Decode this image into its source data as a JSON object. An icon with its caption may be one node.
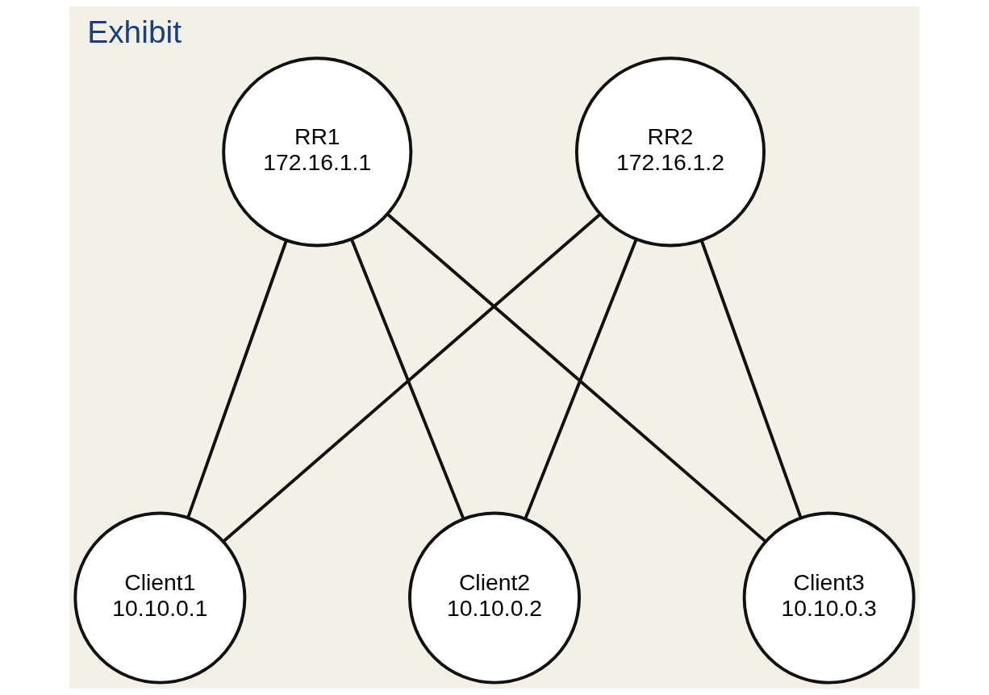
{
  "diagram": {
    "title": "Exhibit",
    "nodes": [
      {
        "text": [
          "RR1",
          "172.16.1.1"
        ]
      },
      {
        "text": [
          "RR2",
          "172.16.1.2"
        ]
      },
      {
        "text": [
          "Client1",
          "10.10.0.1"
        ]
      },
      {
        "text": [
          "Client2",
          "10.10.0.2"
        ]
      },
      {
        "text": [
          "Client3",
          "10.10.0.3"
        ]
      }
    ],
    "edges": [
      {
        "from": 0,
        "to": 2,
        "arrow": "none"
      },
      {
        "from": 0,
        "to": 3,
        "arrow": "none"
      },
      {
        "from": 0,
        "to": 4,
        "arrow": "none"
      },
      {
        "from": 1,
        "to": 2,
        "arrow": "none"
      },
      {
        "from": 1,
        "to": 3,
        "arrow": "none"
      },
      {
        "from": 1,
        "to": 4,
        "arrow": "none"
      }
    ]
  }
}
